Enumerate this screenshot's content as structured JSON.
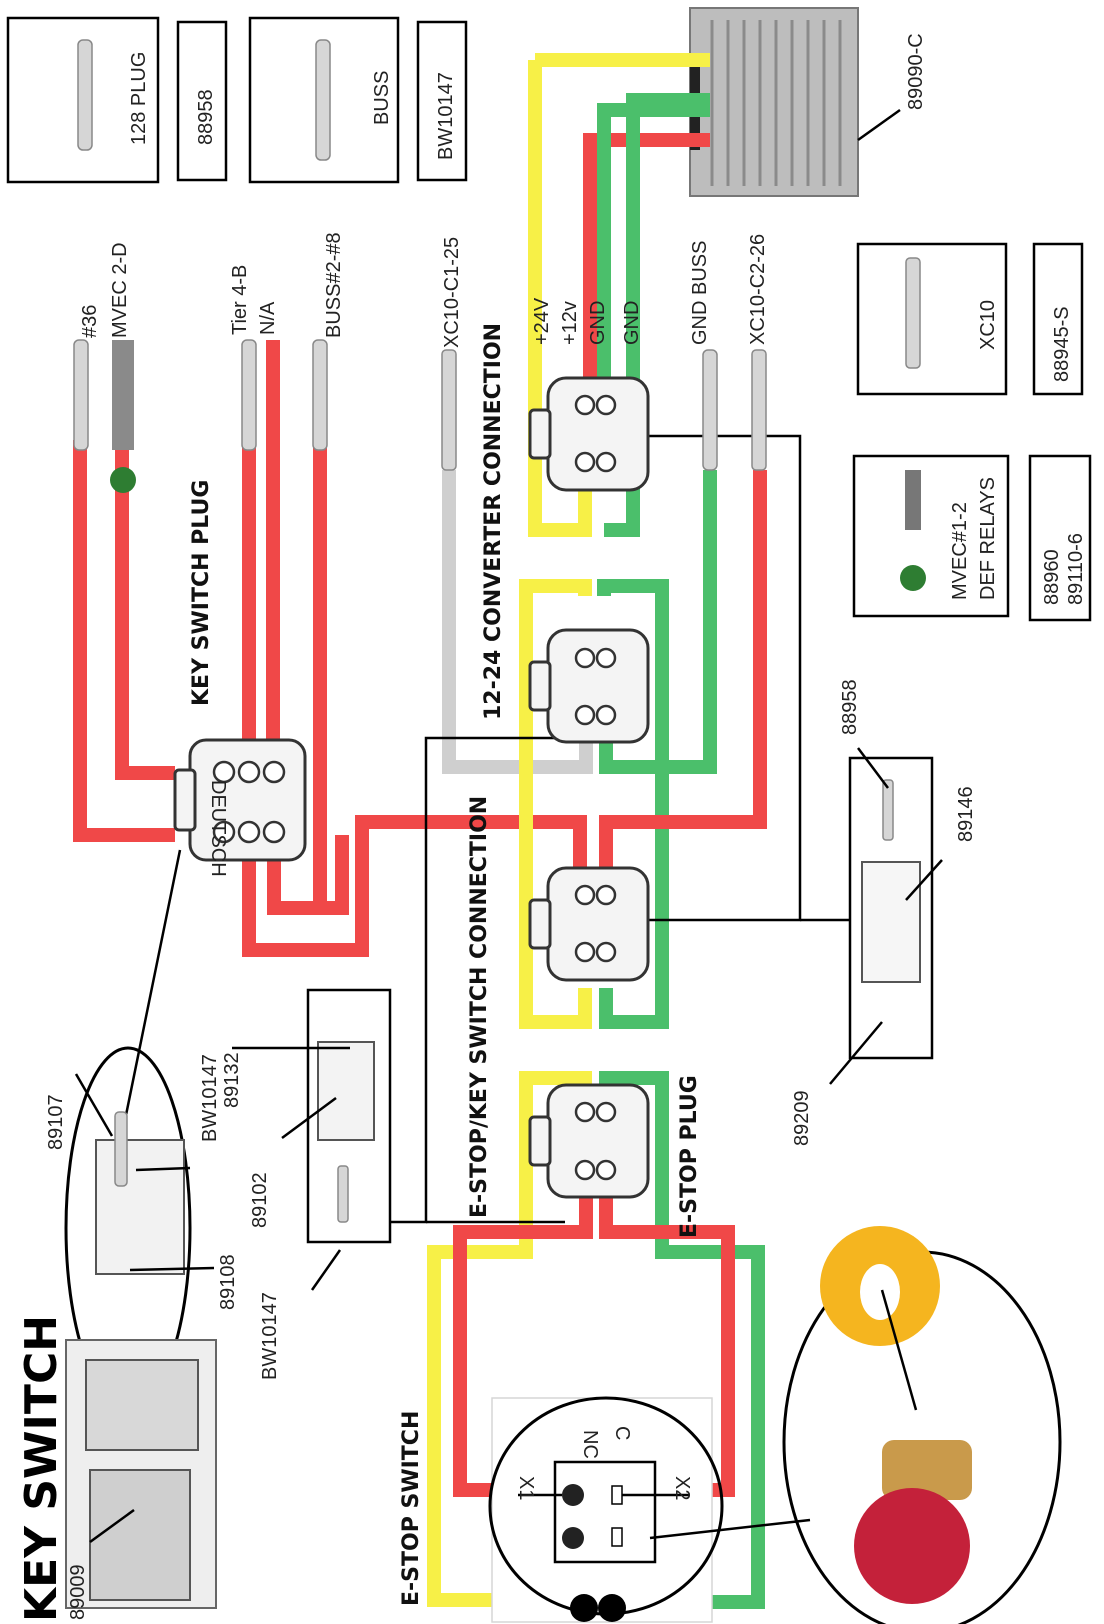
{
  "title": "KEY SWITCH",
  "colors": {
    "red": "#f04848",
    "yellow": "#f7f047",
    "green": "#4bbf6b",
    "gray": "#cfcfcf",
    "black": "#000000"
  },
  "sections": {
    "key_switch_plug": "KEY SWITCH PLUG",
    "converter_connection": "12-24 CONVERTER CONNECTION",
    "estop_keyswitch_connection": "E-STOP/KEY SWITCH CONNECTION",
    "estop_plug": "E-STOP PLUG",
    "estop_switch": "E-STOP SWITCH"
  },
  "legend": {
    "plug128": "128 PLUG",
    "p88958": "88958",
    "buss": "BUSS",
    "bw10147": "BW10147",
    "xc10": "XC10",
    "p88945s": "88945-S",
    "mvec_relays_1": "MVEC#1-2",
    "mvec_relays_2": "DEF RELAYS",
    "p88960": "88960",
    "p89110_6": "89110-6"
  },
  "converter_part": "89090-C",
  "wire_labels": {
    "w36": "#36",
    "mvec2d": "MVEC 2-D",
    "tier4b": "Tier 4-B",
    "na": "N/A",
    "buss28": "BUSS#2-#8",
    "xc10c125": "XC10-C1-25",
    "v24": "+24V",
    "v12": "+12v",
    "gnd1": "GND",
    "gnd2": "GND",
    "gndbuss": "GND BUSS",
    "xc10c226": "XC10-C2-26"
  },
  "part_labels": {
    "p88958": "88958",
    "p89146": "89146",
    "p89209": "89209",
    "p89107": "89107",
    "bw10147_top": "BW10147",
    "p89132": "89132",
    "p89102": "89102",
    "p89108": "89108",
    "bw10147_bot": "BW10147",
    "p89009": "89009"
  },
  "switch_terms": {
    "nc": "NC",
    "c": "C",
    "x1": "X1",
    "x2": "X2"
  },
  "brand": "DEUTSCH"
}
